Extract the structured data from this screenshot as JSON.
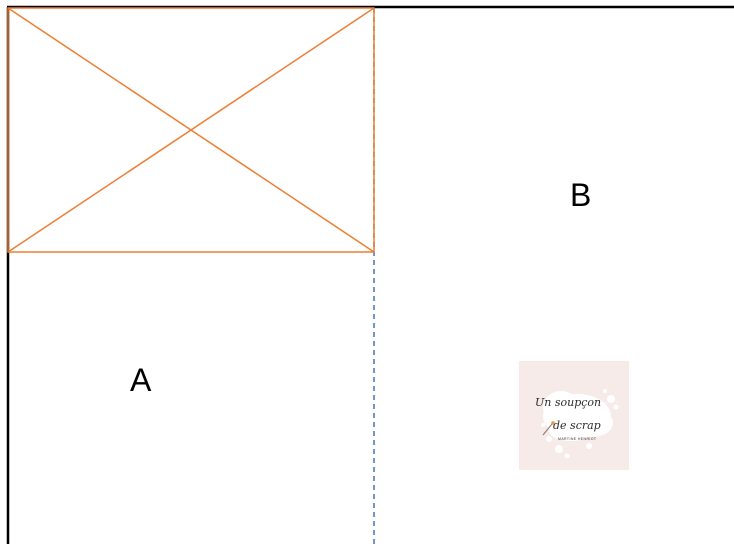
{
  "labels": {
    "panel_a": "A",
    "panel_b": "B"
  },
  "logo": {
    "line1": "Un soupçon",
    "line2": "de scrap",
    "line3": "MARTINE HENRIOT",
    "background": "#f6ebe8"
  },
  "colors": {
    "frame": "#000000",
    "placeholder_lines": "#ed7d31",
    "fold_line": "#4472c4"
  },
  "icons": {
    "image_placeholder": "image-placeholder-icon"
  }
}
